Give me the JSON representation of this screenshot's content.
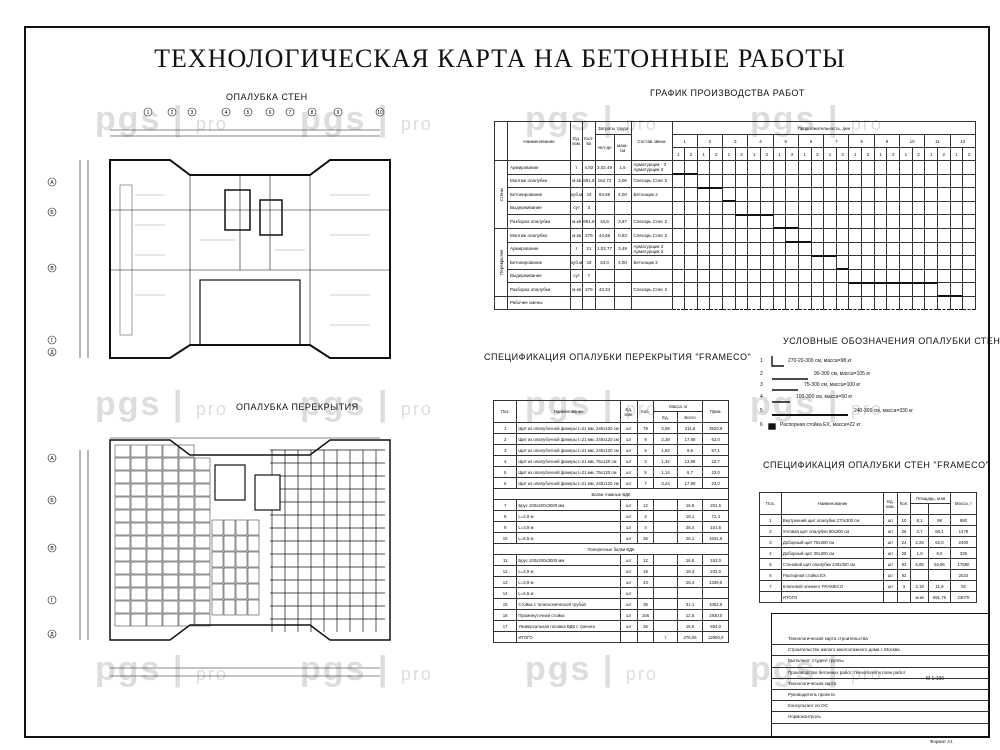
{
  "title": "ТЕХНОЛОГИЧЕСКАЯ КАРТА НА БЕТОННЫЕ РАБОТЫ",
  "sections": {
    "walls_formwork": "ОПАЛУБКА СТЕН",
    "slab_formwork": "ОПАЛУБКА ПЕРЕКРЫТИЯ",
    "schedule": "ГРАФИК ПРОИЗВОДСТВА РАБОТ",
    "legend": "УСЛОВНЫЕ ОБОЗНАЧЕНИЯ ОПАЛУБКИ СТЕН",
    "slab_spec": "СПЕЦИФИКАЦИЯ ОПАЛУБКИ ПЕРЕКРЫТИЯ \"FRAMECO\"",
    "wall_spec": "СПЕЦИФИКАЦИЯ ОПАЛУБКИ СТЕН \"FRAMECO\""
  },
  "watermark": {
    "main": "pgs",
    "sub": "pro"
  },
  "axes_top": [
    "1",
    "2",
    "3",
    "4",
    "5",
    "6",
    "7",
    "8",
    "9",
    "10"
  ],
  "axes_left": [
    "А",
    "Б",
    "В",
    "Г",
    "Д"
  ],
  "schedule": {
    "headers": [
      "Наименование",
      "Ед. изм.",
      "Кол-во",
      "Затраты труда",
      "Состав звена",
      "Продолжительность, дни"
    ],
    "labor_sub": [
      "чел-дн",
      "маш-см"
    ],
    "days": [
      "1",
      "2",
      "3",
      "4",
      "5",
      "6",
      "7",
      "8",
      "9",
      "10",
      "11",
      "12"
    ],
    "groups": [
      "Стены",
      "Перекрытие"
    ],
    "rows": [
      {
        "name": "Армирование",
        "unit": "т",
        "qty": "4,92",
        "lab": "3,02,49",
        "mach": "1,6",
        "crew": "Арматурщик - 3 Арматурщик 2"
      },
      {
        "name": "Монтаж опалубки",
        "unit": "м.кв",
        "qty": "691,8",
        "lab": "162,72",
        "mach": "3,06",
        "crew": "Слесарь Слес 2"
      },
      {
        "name": "Бетонирование",
        "unit": "куб.м",
        "qty": "43",
        "lab": "93,65",
        "mach": "4,00",
        "crew": "Бетонщик 2"
      },
      {
        "name": "Выдерживание",
        "unit": "сут",
        "qty": "3",
        "lab": "",
        "mach": "",
        "crew": ""
      },
      {
        "name": "Разборка опалубки",
        "unit": "м.кв",
        "qty": "691,8",
        "lab": "34,6",
        "mach": "3,67",
        "crew": "Слесарь Слес 2"
      },
      {
        "name": "Монтаж опалубки",
        "unit": "м.кв",
        "qty": "279",
        "lab": "44,66",
        "mach": "0,93",
        "crew": "Слесарь Слес 2"
      },
      {
        "name": "Армирование",
        "unit": "т",
        "qty": "21",
        "lab": "1,02,77",
        "mach": "3,49",
        "crew": "Арматурщик 3 Арматурщик 2"
      },
      {
        "name": "Бетонирование",
        "unit": "куб.м",
        "qty": "43",
        "lab": "34,0",
        "mach": "4,00",
        "crew": "Бетонщик 2"
      },
      {
        "name": "Выдерживание",
        "unit": "сут",
        "qty": "7",
        "lab": "",
        "mach": "",
        "crew": ""
      },
      {
        "name": "Разборка опалубки",
        "unit": "м.кв",
        "qty": "279",
        "lab": "43,34",
        "mach": "",
        "crew": "Слесарь Слес 2"
      },
      {
        "name": "Рабочие смены",
        "unit": "",
        "qty": "",
        "lab": "",
        "mach": "",
        "crew": ""
      }
    ]
  },
  "legend_items": [
    {
      "num": "1",
      "text": "270-20-300 см, масса=98 кг"
    },
    {
      "num": "2",
      "text": "90-300 см, масса=105 кг"
    },
    {
      "num": "3",
      "text": "75-300 см, масса=100 кг"
    },
    {
      "num": "4",
      "text": "100-300 см, масса=50 кг"
    },
    {
      "num": "5",
      "text": "240-300 см, масса=330 кг"
    },
    {
      "num": "6",
      "text": "Распорная стойка EX, масса=22 кг"
    }
  ],
  "slab_spec": {
    "headers": [
      "Поз.",
      "Наименование",
      "Ед. изм.",
      "Кол.",
      "Масса, кг",
      "Ед.",
      "Всего",
      "Прим."
    ],
    "rows": [
      {
        "pos": "1",
        "name": "Щит из опалубочной фанеры t=21 мм, 240х120 см",
        "unit": "шт",
        "qty": "79",
        "ed": "2,68",
        "all": "211,8",
        "note": "3920,9"
      },
      {
        "pos": "2",
        "name": "Щит из опалубочной фанеры t=21 мм, 240х120 см",
        "unit": "шт",
        "qty": "9",
        "ed": "2,38",
        "all": "17,89",
        "note": "62,0"
      },
      {
        "pos": "3",
        "name": "Щит из опалубочной фанеры t=21 мм, 240х120 см",
        "unit": "шт",
        "qty": "5",
        "ed": "1,92",
        "all": "9,6",
        "note": "57,1"
      },
      {
        "pos": "4",
        "name": "Щит из опалубочной фанеры t=21 мм, 75х120 см",
        "unit": "шт",
        "qty": "2",
        "ed": "1,32",
        "all": "13,86",
        "note": "22,7"
      },
      {
        "pos": "5",
        "name": "Щит из опалубочной фанеры t=21 мм, 75х120 см",
        "unit": "шт",
        "qty": "5",
        "ed": "1,14",
        "all": "5,7",
        "note": "23,0"
      },
      {
        "pos": "6",
        "name": "Щит из опалубочной фанеры t=21 мм, 240х120 см",
        "unit": "шт",
        "qty": "7",
        "ed": "3,24",
        "all": "17,89",
        "note": "23,0"
      },
      {
        "pos": "",
        "name": "Балки главные ВДК",
        "unit": "",
        "qty": "",
        "ed": "",
        "all": "",
        "note": ""
      },
      {
        "pos": "7",
        "name": "Брус 100х200х3000 мм",
        "unit": "шт",
        "qty": "12",
        "ed": "",
        "all": "16,8",
        "note": "201,6"
      },
      {
        "pos": "8",
        "name": "L=2,9 м",
        "unit": "шт",
        "qty": "4",
        "ed": "",
        "all": "18,1",
        "note": "72,4"
      },
      {
        "pos": "9",
        "name": "L=3,9 м",
        "unit": "шт",
        "qty": "4",
        "ed": "",
        "all": "25,4",
        "note": "101,6"
      },
      {
        "pos": "10",
        "name": "L=6,5 м",
        "unit": "шт",
        "qty": "36",
        "ed": "",
        "all": "26,1",
        "note": "1631,5"
      },
      {
        "pos": "",
        "name": "Поперечные балки ВДК",
        "unit": "",
        "qty": "",
        "ed": "",
        "all": "",
        "note": ""
      },
      {
        "pos": "11",
        "name": "Брус 100х200х3000 мм",
        "unit": "шт",
        "qty": "12",
        "ed": "",
        "all": "16,8",
        "note": "163,0"
      },
      {
        "pos": "12",
        "name": "L=2,9 м",
        "unit": "шт",
        "qty": "18",
        "ed": "",
        "all": "18,3",
        "note": "232,0"
      },
      {
        "pos": "13",
        "name": "L=3,9 м",
        "unit": "шт",
        "qty": "43",
        "ed": "",
        "all": "25,4",
        "note": "1339,5"
      },
      {
        "pos": "14",
        "name": "L=6,5 м",
        "unit": "шт",
        "qty": "",
        "ed": "",
        "all": "",
        "note": ""
      },
      {
        "pos": "15",
        "name": "Стойка с телескопической трубой",
        "unit": "шт",
        "qty": "36",
        "ed": "",
        "all": "31,1",
        "note": "1062,5"
      },
      {
        "pos": "16",
        "name": "Промежуточная стойка",
        "unit": "шт",
        "qty": "156",
        "ed": "",
        "all": "12,5",
        "note": "1930,0"
      },
      {
        "pos": "17",
        "name": "Универсальная головка ВДК с тренога",
        "unit": "шт",
        "qty": "36",
        "ed": "",
        "all": "16,5",
        "note": "594,0"
      },
      {
        "pos": "",
        "name": "ИТОГО",
        "unit": "",
        "qty": "",
        "ed": "т",
        "all": "276,05",
        "note": "12900,0"
      }
    ]
  },
  "wall_spec": {
    "headers": [
      "Поз.",
      "Наименование",
      "Ед. изм.",
      "Кол.",
      "Площадь, м.кв",
      "Масса, т"
    ],
    "rows": [
      {
        "pos": "1",
        "name": "Внутренний щит опалубки 270х300 см",
        "unit": "шт",
        "qty": "10",
        "a": "8,1",
        "b": "98",
        "c": "980"
      },
      {
        "pos": "2",
        "name": "Угловая щит опалубки 90х300 см",
        "unit": "шт",
        "qty": "26",
        "a": "2,7",
        "b": "66,1",
        "c": "1478"
      },
      {
        "pos": "3",
        "name": "Доборный щит 75х300 см",
        "unit": "шт",
        "qty": "24",
        "a": "2,25",
        "b": "62,0",
        "c": "2400"
      },
      {
        "pos": "4",
        "name": "Доборный щит 30х300 см",
        "unit": "шт",
        "qty": "28",
        "a": "1,9",
        "b": "9,0",
        "c": "336"
      },
      {
        "pos": "5",
        "name": "Стеновой щит опалубки 240х300 см",
        "unit": "шт",
        "qty": "92",
        "a": "6,85",
        "b": "53,96",
        "c": "17580"
      },
      {
        "pos": "6",
        "name": "Распорная стойка EX",
        "unit": "шт",
        "qty": "92",
        "a": "",
        "b": "",
        "c": "2024"
      },
      {
        "pos": "7",
        "name": "Ключевой элемент FRAMECO",
        "unit": "шт",
        "qty": "3",
        "a": "2,19",
        "b": "11,9",
        "c": "92"
      },
      {
        "pos": "",
        "name": "ИТОГО",
        "unit": "",
        "qty": "",
        "a": "м.кв",
        "b": "691,76",
        "c": "23070"
      }
    ]
  },
  "stamp": [
    "Технологическая карта строительства",
    "Строительство жилого многоэтажного дома г. Москва",
    "Выполнил: студент группы",
    "Производство бетонных работ, технология и план работ",
    "Технологическая карта",
    "Руководитель проекта",
    "Консультант по ОС",
    "Нормоконтроль"
  ],
  "stamp_scale": "М 1:100",
  "format": "Формат А1"
}
